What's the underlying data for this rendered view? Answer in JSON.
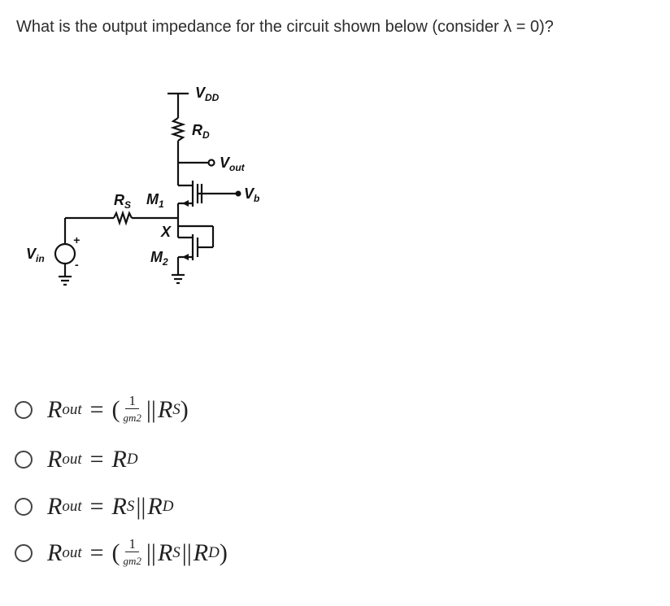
{
  "question": "What is the output impedance for the circuit shown below (consider λ = 0)?",
  "circuit": {
    "vdd_main": "V",
    "vdd_sub": "DD",
    "rd_main": "R",
    "rd_sub": "D",
    "vout_main": "V",
    "vout_sub": "out",
    "rs_main": "R",
    "rs_sub": "S",
    "m1_main": "M",
    "m1_sub": "1",
    "vb_main": "V",
    "vb_sub": "b",
    "x_label": "X",
    "vin_main": "V",
    "vin_sub": "in",
    "m2_main": "M",
    "m2_sub": "2",
    "plus": "+",
    "minus": "-"
  },
  "common": {
    "R": "R",
    "out": "out",
    "eq": "=",
    "one": "1",
    "g": "g",
    "m2": "m2",
    "S": "S",
    "D": "D",
    "par": "||",
    "lp": "(",
    "rp": ")"
  },
  "options": [
    {
      "id": "opt-a"
    },
    {
      "id": "opt-b"
    },
    {
      "id": "opt-c"
    },
    {
      "id": "opt-d"
    }
  ]
}
